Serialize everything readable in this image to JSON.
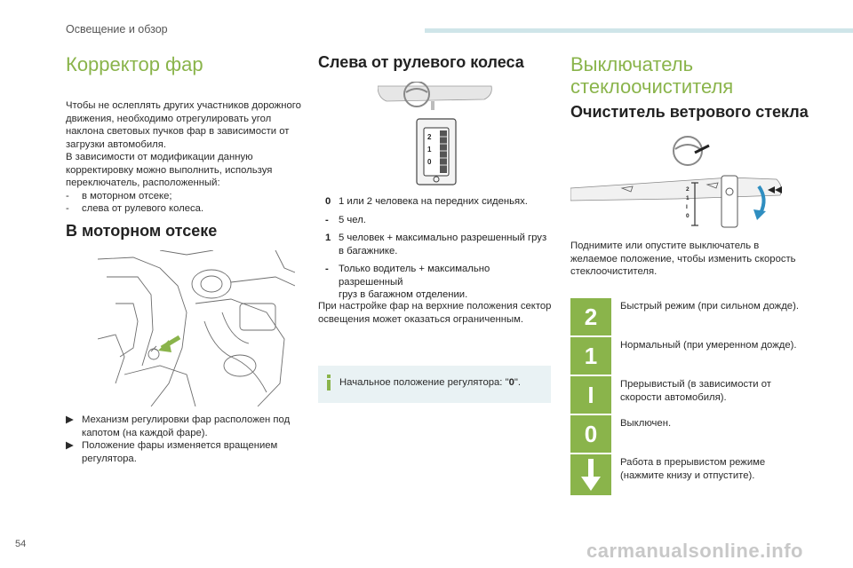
{
  "header": {
    "section": "Освещение и обзор"
  },
  "left": {
    "title": "Корректор фар",
    "intro": [
      "Чтобы не ослеплять других участников дорожного",
      "движения, необходимо отрегулировать угол",
      "наклона световых пучков фар в зависимости от",
      "загрузки автомобиля.",
      "В зависимости от модификации данную",
      "корректировку можно выполнить, используя",
      "переключатель, расположенный:"
    ],
    "options": [
      {
        "marker": "-",
        "text": "в моторном отсеке;"
      },
      {
        "marker": "-",
        "text": "слева от рулевого колеса."
      }
    ],
    "subtitle": "В моторном отсеке",
    "bullets": [
      {
        "marker": "",
        "lines": [
          "Механизм регулировки фар расположен под",
          "капотом (на каждой фаре)."
        ]
      },
      {
        "marker": "",
        "lines": [
          "Положение фары изменяется вращением",
          "регулятора."
        ]
      }
    ]
  },
  "middle": {
    "title": "Слева от рулевого колеса",
    "dial_labels": [
      "2",
      "1",
      "0"
    ],
    "positions": [
      {
        "key": "0",
        "lines": [
          "1 или 2 человека на передних сиденьях."
        ]
      },
      {
        "key": "-",
        "lines": [
          "5 чел."
        ]
      },
      {
        "key": "1",
        "lines": [
          "5 человек + максимально разрешенный груз",
          "в багажнике."
        ]
      },
      {
        "key": "-",
        "lines": [
          "Только водитель + максимально разрешенный",
          "груз в багажном отделении."
        ]
      }
    ],
    "warning": [
      "При настройке фар на верхние положения сектор",
      "освещения может оказаться ограниченным."
    ],
    "note_prefix": "Начальное положение регулятора: \"",
    "note_value": "0",
    "note_suffix": "\"."
  },
  "right": {
    "title_lines": [
      "Выключатель",
      "стеклоочистителя"
    ],
    "subtitle": "Очиститель ветрового стекла",
    "stalk_labels": [
      "2",
      "1",
      "I",
      "0"
    ],
    "intro": [
      "Поднимите или опустите выключатель в",
      "желаемое положение, чтобы изменить скорость",
      "стеклоочистителя."
    ],
    "modes": [
      {
        "symbol": "2",
        "lines": [
          "Быстрый режим (при сильном дожде)."
        ]
      },
      {
        "symbol": "1",
        "lines": [
          "Нормальный (при умеренном дожде)."
        ]
      },
      {
        "symbol": "I",
        "lines": [
          "Прерывистый (в зависимости от",
          "скорости автомобиля)."
        ]
      },
      {
        "symbol": "0",
        "lines": [
          "Выключен."
        ]
      },
      {
        "symbol": "",
        "lines": [
          "Работа в прерывистом режиме",
          "(нажмите книзу и отпустите)."
        ]
      }
    ]
  },
  "footer": {
    "page_number": "54",
    "watermark": "carmanualsonline.info"
  },
  "colors": {
    "accent": "#8ab44b",
    "note_bg": "#e9f2f4",
    "header_bar": "#cfe5e9"
  }
}
